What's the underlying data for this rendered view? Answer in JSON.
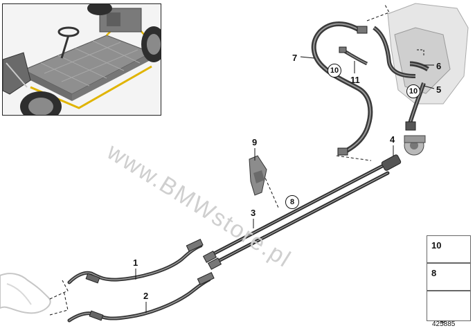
{
  "watermark": "www.BMWstore.pl",
  "diagram_id": "425885",
  "callouts": {
    "c1": "1",
    "c2": "2",
    "c3": "3",
    "c4": "4",
    "c5": "5",
    "c6": "6",
    "c7": "7",
    "c9": "9",
    "c11": "11"
  },
  "circled": {
    "c10a": "10",
    "c10b": "10",
    "c8": "8"
  },
  "legend": [
    {
      "label": "10"
    },
    {
      "label": "8"
    }
  ],
  "colors": {
    "pipe": "#4a4a4a",
    "pipe_highlight": "#9a9a9a",
    "watermark": "#cfcfcf",
    "outline": "#222222"
  }
}
